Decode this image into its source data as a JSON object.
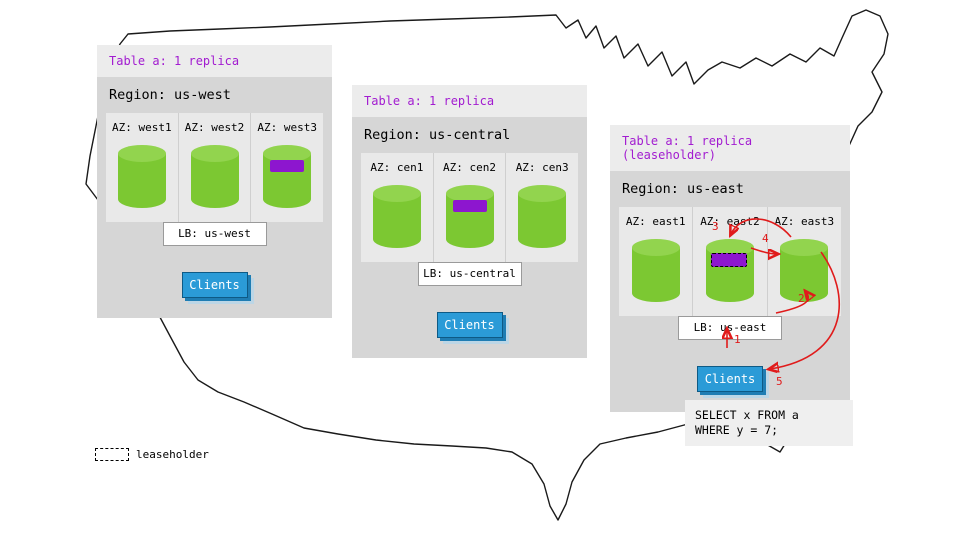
{
  "regions": [
    {
      "table_label": "Table a: 1 replica",
      "region_label": "Region: us-west",
      "azs": [
        {
          "label": "AZ: west1"
        },
        {
          "label": "AZ: west2"
        },
        {
          "label": "AZ: west3"
        }
      ],
      "lb_label": "LB: us-west",
      "clients_label": "Clients"
    },
    {
      "table_label": "Table a: 1 replica",
      "region_label": "Region: us-central",
      "azs": [
        {
          "label": "AZ: cen1"
        },
        {
          "label": "AZ: cen2"
        },
        {
          "label": "AZ: cen3"
        }
      ],
      "lb_label": "LB: us-central",
      "clients_label": "Clients"
    },
    {
      "table_label": "Table a: 1 replica (leaseholder)",
      "region_label": "Region: us-east",
      "azs": [
        {
          "label": "AZ: east1"
        },
        {
          "label": "AZ: east2"
        },
        {
          "label": "AZ: east3"
        }
      ],
      "lb_label": "LB: us-east",
      "clients_label": "Clients"
    }
  ],
  "note": {
    "line1": "SELECT x FROM a",
    "line2": "WHERE y = 7;"
  },
  "legend": {
    "label": "leaseholder"
  },
  "arrow_labels": {
    "a1": "1",
    "a2": "2",
    "a3": "3",
    "a4": "4",
    "a5": "5"
  },
  "colors": {
    "accent_purple": "#a21cd0",
    "replica_purple": "#8d16cf",
    "cylinder_green": "#7cc832",
    "clients_blue": "#2b9bd7",
    "arrow_red": "#e01b1b"
  }
}
